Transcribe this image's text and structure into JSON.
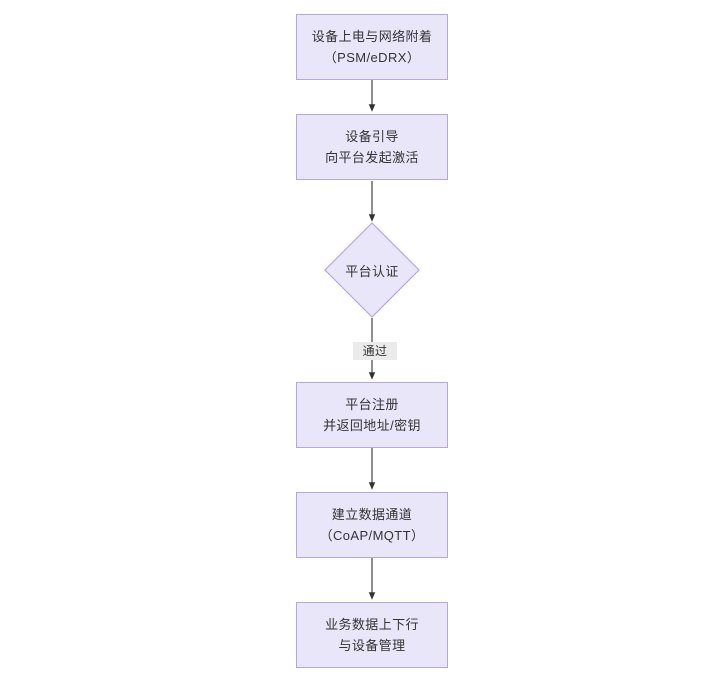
{
  "diagram": {
    "type": "flowchart",
    "orientation": "top-to-bottom",
    "background_color": "#ffffff",
    "node_fill_color": "#e9e6fa",
    "node_border_color": "#b8a6e0",
    "node_text_color": "#333333",
    "edge_color": "#333333",
    "edge_label_background": "#ebebeb",
    "nodes": [
      {
        "id": "n1",
        "shape": "rectangle",
        "line1": "设备上电与网络附着",
        "line2": "（PSM/eDRX）"
      },
      {
        "id": "n2",
        "shape": "rectangle",
        "line1": "设备引导",
        "line2": "向平台发起激活"
      },
      {
        "id": "n3",
        "shape": "diamond",
        "line1": "平台认证",
        "line2": ""
      },
      {
        "id": "n4",
        "shape": "rectangle",
        "line1": "平台注册",
        "line2": "并返回地址/密钥"
      },
      {
        "id": "n5",
        "shape": "rectangle",
        "line1": "建立数据通道",
        "line2": "（CoAP/MQTT）"
      },
      {
        "id": "n6",
        "shape": "rectangle",
        "line1": "业务数据上下行",
        "line2": "与设备管理"
      }
    ],
    "edges": [
      {
        "from": "n1",
        "to": "n2",
        "label": ""
      },
      {
        "from": "n2",
        "to": "n3",
        "label": ""
      },
      {
        "from": "n3",
        "to": "n4",
        "label": "通过"
      },
      {
        "from": "n4",
        "to": "n5",
        "label": ""
      },
      {
        "from": "n5",
        "to": "n6",
        "label": ""
      }
    ]
  }
}
